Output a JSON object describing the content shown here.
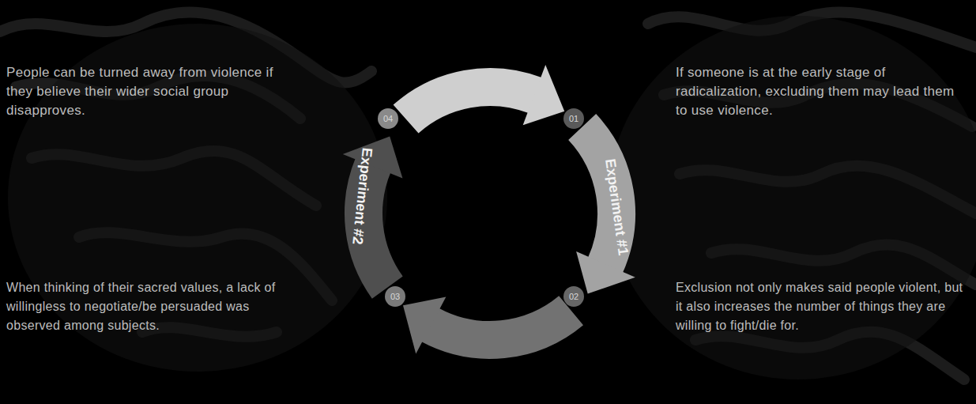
{
  "diagram": {
    "nodes": [
      {
        "text": [
          "01"
        ]
      },
      {
        "text": [
          "02"
        ]
      },
      {
        "text": [
          "03"
        ]
      },
      {
        "text": [
          "04"
        ]
      }
    ],
    "edges": [
      {
        "from": 3,
        "to": 0,
        "arrow": "to"
      },
      {
        "from": 0,
        "to": 1,
        "arrow": "to"
      },
      {
        "from": 1,
        "to": 2,
        "arrow": "to"
      },
      {
        "from": 2,
        "to": 3,
        "arrow": "to"
      }
    ],
    "labels": [
      "If someone is at the early stage of radicalization, excluding them may lead them to use violence.",
      "Exclusion not only makes said people violent, but it also increases the number of things they are willing to fight/die for.",
      "When thinking of their sacred values, a lack of willingless to negotiate/be persuaded was observed among subjects.",
      "People can be turned away from violence if they believe their wider social group disapproves.",
      "Experiment #1",
      "Experiment #2"
    ]
  }
}
